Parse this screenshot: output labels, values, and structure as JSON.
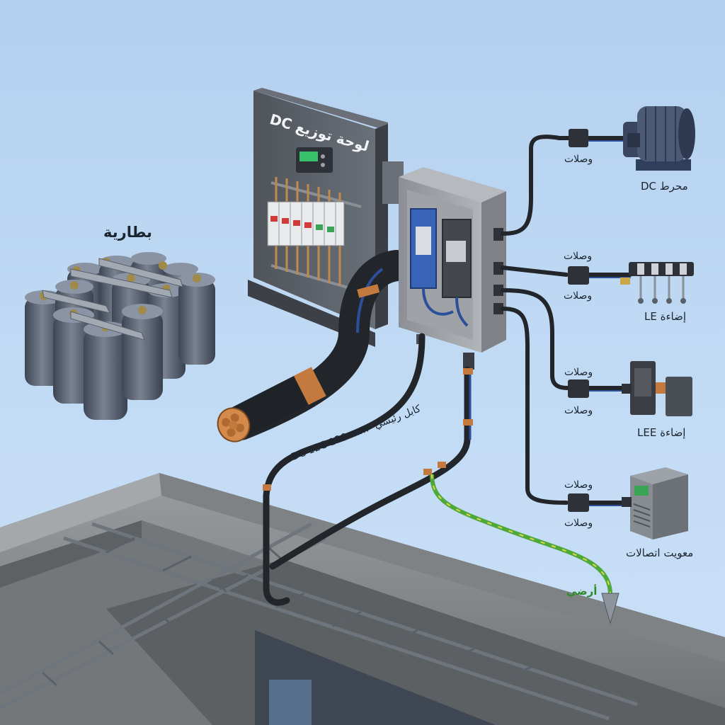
{
  "labels": {
    "panel_title": "لوحة توزيع DC",
    "battery": "بطارية",
    "dc_motor": "محرط DC",
    "lighting_1": "إضاءة LE",
    "lighting_2": "إضاءة LEE",
    "telecom": "معويت اتصالات",
    "main_cable": "كابل رئيسي DC 12C 120 mm²",
    "ground": "أرضي",
    "connections": [
      "وصلات",
      "وصلات",
      "وصلات",
      "وصلات",
      "وصلات",
      "وصلات",
      "وصلات"
    ]
  },
  "colors": {
    "sky": "#bcd6f1",
    "cable_black": "#22262b",
    "cable_blue": "#2c4f9a",
    "ground_green": "#4ea83a",
    "ground_yellow": "#e1d64a",
    "copper": "#c47a3e",
    "panel_gray": "#5b6068",
    "concrete": "#8c8f92"
  },
  "icons": [
    "battery-icon",
    "dc-motor-icon",
    "led-lighting-icon",
    "connector-lighting-icon",
    "telecom-device-icon",
    "ground-rod-icon",
    "breaker-icon"
  ]
}
